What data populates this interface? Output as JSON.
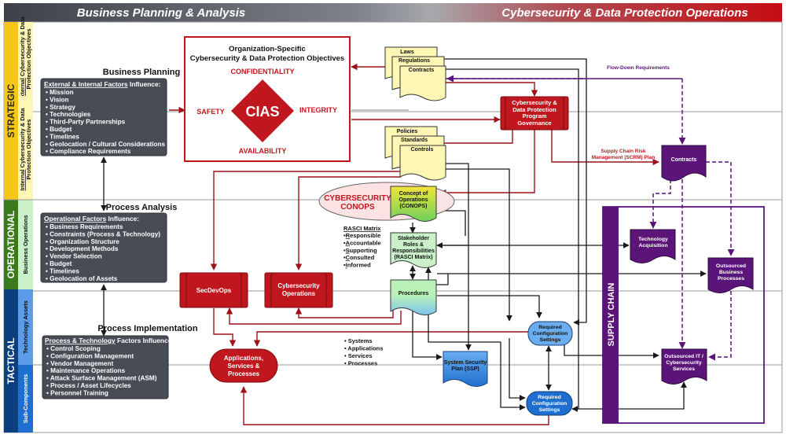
{
  "header": {
    "left_title": "Business Planning & Analysis",
    "right_title": "Cybersecurity & Data Protection Operations"
  },
  "lanes": {
    "strategic": {
      "label": "STRATEGIC",
      "color": "#f5c518",
      "sub_external": {
        "prefix": "External",
        "line1": " Cybersecurity & Data",
        "line2": "Protection Objectives"
      },
      "sub_internal": {
        "prefix": "Internal",
        "line1": " Cybersecurity & Data",
        "line2": "Protection Objectives"
      }
    },
    "operational": {
      "label": "OPERATIONAL",
      "color": "#3a7a1a",
      "sub": "Business Operations"
    },
    "tactical": {
      "label": "TACTICAL",
      "color": "#0c3f7d",
      "sub_assets": "Technology Assets",
      "sub_components": "Sub-Components"
    }
  },
  "business_planning": {
    "title": "Business Planning",
    "heading_underlined": "External & Internal Factors",
    "heading_rest": " Influence:",
    "items": [
      "Mission",
      "Vision",
      "Strategy",
      "Technologies",
      "Third-Party Partnerships",
      "Budget",
      "Timelines",
      "Geolocation / Cultural Considerations",
      "Compliance Requirements"
    ]
  },
  "process_analysis": {
    "title": "Process Analysis",
    "heading_underlined": "Operational Factors",
    "heading_rest": " Influence:",
    "items": [
      "Business Requirements",
      "Constraints (Process & Technology)",
      "Organization Structure",
      "Development Methods",
      "Vendor Selection",
      "Budget",
      "Timelines",
      "Geolocation of Assets"
    ]
  },
  "process_implementation": {
    "title": "Process Implementation",
    "heading_underlined": "Process & Technology",
    "heading_rest": " Factors Influence:",
    "items": [
      "Control Scoping",
      "Configuration Management",
      "Vendor Management",
      "Maintenance Operations",
      "Attack Surface Management (ASM)",
      "Process / Asset Lifecycles",
      "Personnel Training"
    ]
  },
  "objectives": {
    "title_line1": "Organization-Specific",
    "title_line2": "Cybersecurity & Data Protection Objectives",
    "center": "CIAS",
    "top": "CONFIDENTIALITY",
    "right": "INTEGRITY",
    "bottom": "AVAILABILITY",
    "left": "SAFETY"
  },
  "documents": {
    "laws": "Laws",
    "regulations": "Regulations",
    "contracts": "Contracts",
    "policies": "Policies",
    "standards": "Standards",
    "controls": "Controls"
  },
  "governance": {
    "lines": [
      "Cybersecurity &",
      "Data Protection",
      "Program",
      "Governance"
    ]
  },
  "conops": {
    "ellipse_line1": "CYBERSECURITY",
    "ellipse_line2": "CONOPS",
    "doc_lines": [
      "Concept of",
      "Operations",
      "(CONOPS)"
    ]
  },
  "rasci": {
    "title": "RASCI Matrix",
    "items": [
      {
        "first": "R",
        "rest": "esponsible"
      },
      {
        "first": "A",
        "rest": "ccountable"
      },
      {
        "first": "S",
        "rest": "upporting"
      },
      {
        "first": "C",
        "rest": "onsulted"
      },
      {
        "first": "I",
        "rest": "nformed"
      }
    ]
  },
  "stakeholder": {
    "lines": [
      "Stakeholder",
      "Roles &",
      "Responsibilities",
      "(RASCI Matrix)"
    ]
  },
  "secdevops": "SecDevOps",
  "cyber_ops": {
    "lines": [
      "Cybersecurity",
      "Operations"
    ]
  },
  "procedures": "Procedures",
  "apps": {
    "lines": [
      "Applications,",
      "Services &",
      "Processes"
    ]
  },
  "scope_list": [
    "Systems",
    "Applications",
    "Services",
    "Processes"
  ],
  "ssp": {
    "lines": [
      "System Security",
      "Plan (SSP)"
    ]
  },
  "rcs_upper": {
    "lines": [
      "Required",
      "Configuration",
      "Settings"
    ]
  },
  "rcs_lower": {
    "lines": [
      "Required",
      "Configuration",
      "Settings"
    ]
  },
  "flow_down": "Flow-Down Requirements",
  "scrm": {
    "lines": [
      "Supply Chain Risk",
      "Management (SCRM) Plan"
    ]
  },
  "supply_contracts": "Contracts",
  "supply_chain": {
    "label": "SUPPLY CHAIN",
    "tech_acq": {
      "lines": [
        "Technology",
        "Acquisition"
      ]
    },
    "outsourced_bp": {
      "lines": [
        "Outsourced",
        "Business",
        "Processes"
      ]
    },
    "outsourced_it": {
      "lines": [
        "Outsourced IT /",
        "Cybersecurity",
        "Services"
      ]
    }
  },
  "colors": {
    "red": "#c0161d",
    "dark_red": "#a0101a",
    "purple": "#5b1478",
    "dark_box": "#474c55",
    "doc_yellow": "#fdf6b4"
  }
}
